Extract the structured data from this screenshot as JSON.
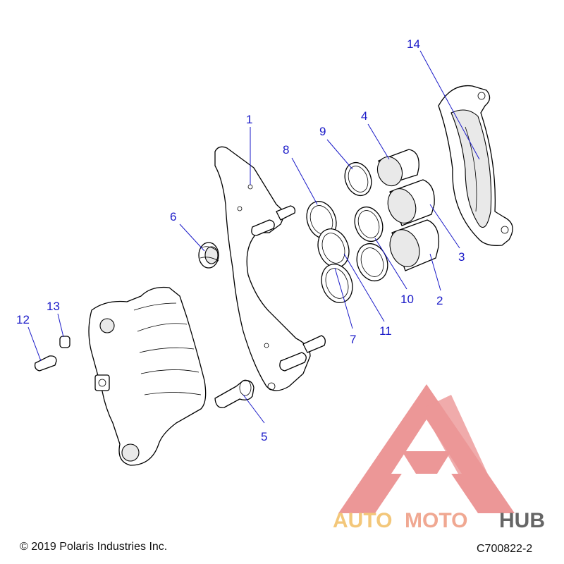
{
  "callouts": {
    "c1": "1",
    "c2": "2",
    "c3": "3",
    "c4": "4",
    "c5": "5",
    "c6": "6",
    "c7": "7",
    "c8": "8",
    "c9": "9",
    "c10": "10",
    "c11": "11",
    "c12": "12",
    "c13": "13",
    "c14": "14"
  },
  "footer": {
    "copyright": "© 2019 Polaris Industries Inc.",
    "code": "C700822-2"
  },
  "watermark": {
    "word_a": "AUTO",
    "word_b": "MOTO",
    "word_c": "HUB",
    "colors": {
      "logo": "#e98585",
      "auto": "#f3c77a",
      "moto": "#f0a892",
      "hub": "#666666"
    }
  },
  "colors": {
    "callout": "#1a1ac8"
  }
}
